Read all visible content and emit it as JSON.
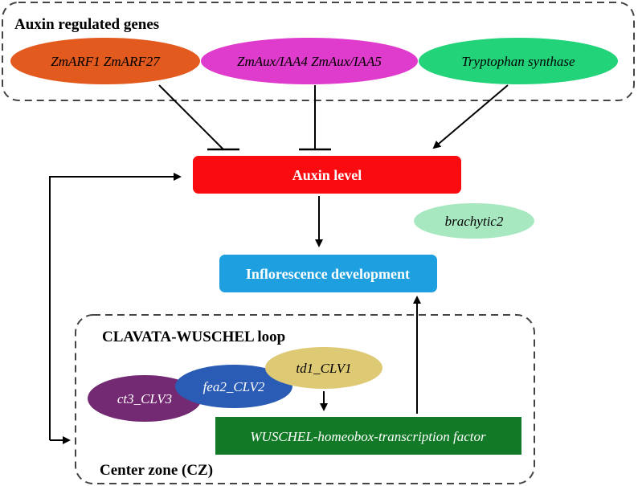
{
  "groups": {
    "auxin_genes": {
      "title": "Auxin regulated genes"
    },
    "cw_loop": {
      "title": "CLAVATA-WUSCHEL loop",
      "footer": "Center zone (CZ)"
    }
  },
  "nodes": {
    "zmarf": {
      "label": "ZmARF1 ZmARF27",
      "color": "#e35a1f"
    },
    "zmaux": {
      "label": "ZmAux/IAA4 ZmAux/IAA5",
      "color": "#df3bcc"
    },
    "tryp": {
      "label": "Tryptophan synthase",
      "color": "#22d37a"
    },
    "auxin_level": {
      "label": "Auxin level",
      "color": "#fa0b10"
    },
    "brachytic2": {
      "label": "brachytic2",
      "color": "#a8e8c0"
    },
    "inflorescence": {
      "label": "Inflorescence development",
      "color": "#1ea0e0"
    },
    "td1": {
      "label": "td1_CLV1",
      "color": "#dec975"
    },
    "fea2": {
      "label": "fea2_CLV2",
      "color": "#2a5bb5"
    },
    "ct3": {
      "label": "ct3_CLV3",
      "color": "#742a73"
    },
    "wuschel": {
      "label": "WUSCHEL-homeobox-transcription factor",
      "color": "#127a26"
    }
  }
}
